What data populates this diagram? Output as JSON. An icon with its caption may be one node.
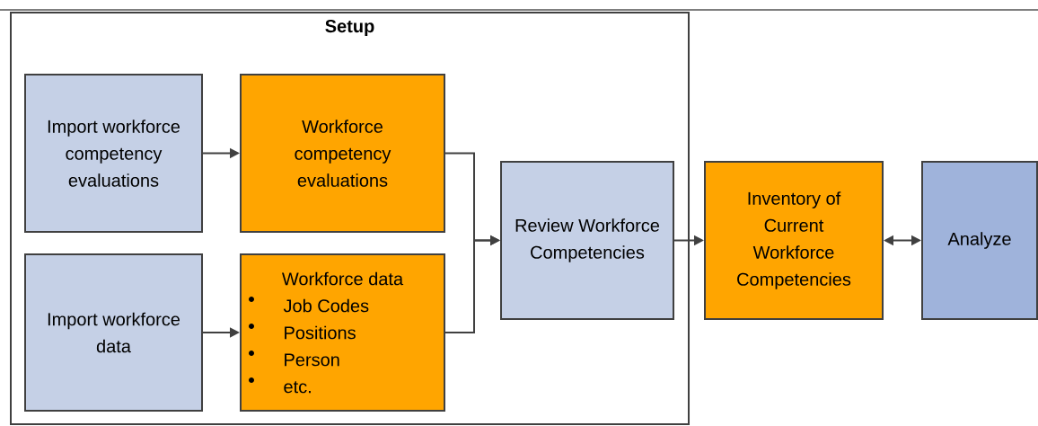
{
  "diagram": {
    "nodes": [
      {
        "text": [
          "Setup"
        ]
      },
      {
        "text": [
          "Import workforce competency evaluations"
        ],
        "in": 0
      },
      {
        "text": [
          "Workforce competency evaluations"
        ],
        "in": 0
      },
      {
        "text": [
          "Import workforce data"
        ],
        "in": 0
      },
      {
        "text": [
          "Workforce data",
          "Job Codes",
          "Positions",
          "Person",
          "etc."
        ],
        "in": 0
      },
      {
        "text": [
          "Review Workforce Competencies"
        ],
        "in": 0
      },
      {
        "text": [
          "Inventory of Current Workforce Competencies"
        ]
      },
      {
        "text": [
          "Analyze"
        ]
      }
    ],
    "edges": [
      {
        "from": 1,
        "to": 2,
        "arrow": "to"
      },
      {
        "from": 3,
        "to": 4,
        "arrow": "to"
      },
      {
        "from": 2,
        "to": 5,
        "arrow": "to"
      },
      {
        "from": 4,
        "to": 5,
        "arrow": "to"
      },
      {
        "from": 5,
        "to": 6,
        "arrow": "to"
      },
      {
        "from": 6,
        "to": 7,
        "arrow": "both"
      }
    ]
  }
}
